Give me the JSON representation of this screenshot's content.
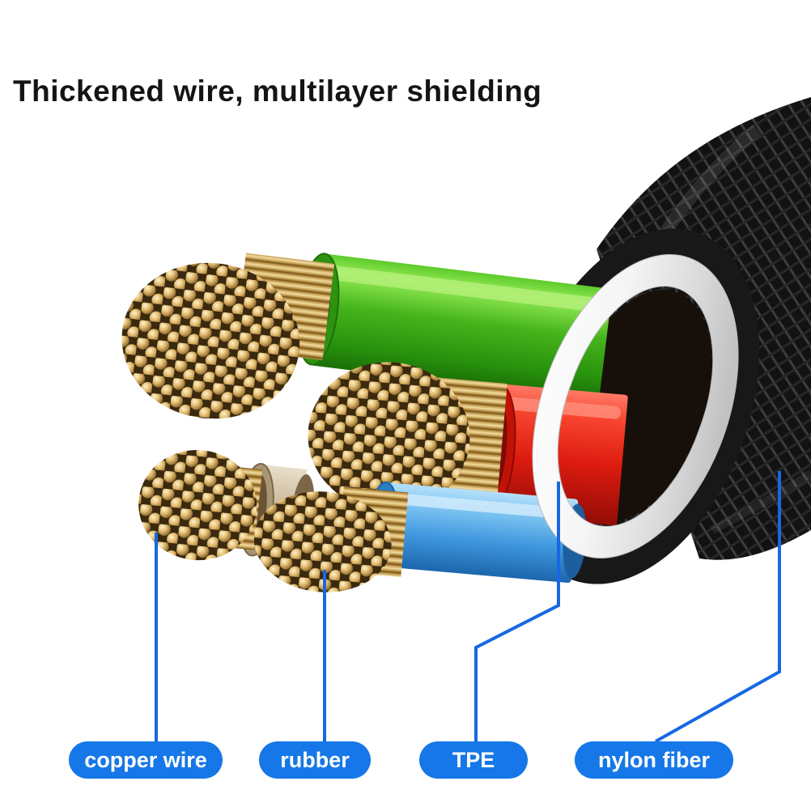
{
  "title": "Thickened wire, multilayer shielding",
  "labels": [
    {
      "id": "copper",
      "text": "copper wire"
    },
    {
      "id": "rubber",
      "text": "rubber"
    },
    {
      "id": "tpe",
      "text": "TPE"
    },
    {
      "id": "nylon",
      "text": "nylon fiber"
    }
  ],
  "colors": {
    "label_bg": "#1677e8",
    "label_text": "#ffffff",
    "callout": "#1668e3",
    "copper": "#d9b06a",
    "green_insulation": "#46b41c",
    "red_insulation": "#dd1b10",
    "blue_insulation": "#3f97dd",
    "rubber_tan": "#c9b696",
    "tpe_white": "#f5f5f5",
    "nylon_black": "#161616"
  }
}
